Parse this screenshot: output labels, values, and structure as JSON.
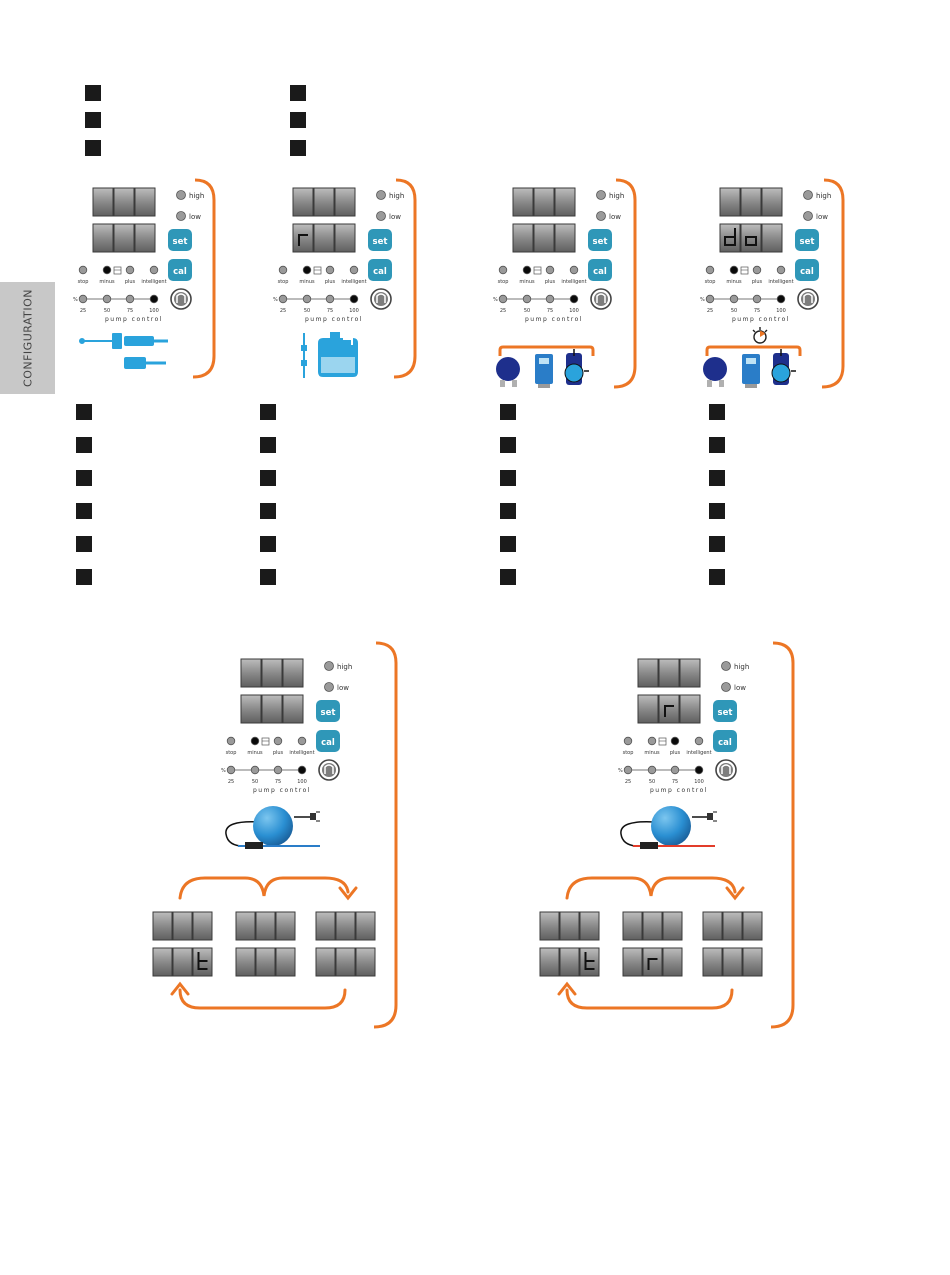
{
  "side_tab": {
    "label": "CONFIGURATION"
  },
  "panel_labels": {
    "high": "high",
    "low": "low",
    "set": "set",
    "cal": "cal",
    "stop": "stop",
    "minus": "minus",
    "plus": "plus",
    "intelligent": "intelligent",
    "percent": "%",
    "ticks": [
      "25",
      "50",
      "75",
      "100"
    ],
    "pump_control": "pump control"
  },
  "digit_glyphs": {
    "r": "ʳ",
    "t": "ᵗ",
    "d": "d",
    "o": "o"
  },
  "colors": {
    "accent_orange": "#ec7625",
    "button_teal": "#2f97b8",
    "probe_blue": "#2aa3dc",
    "pump_navy": "#1e2f8c",
    "sensor_red": "#e23c2a"
  }
}
